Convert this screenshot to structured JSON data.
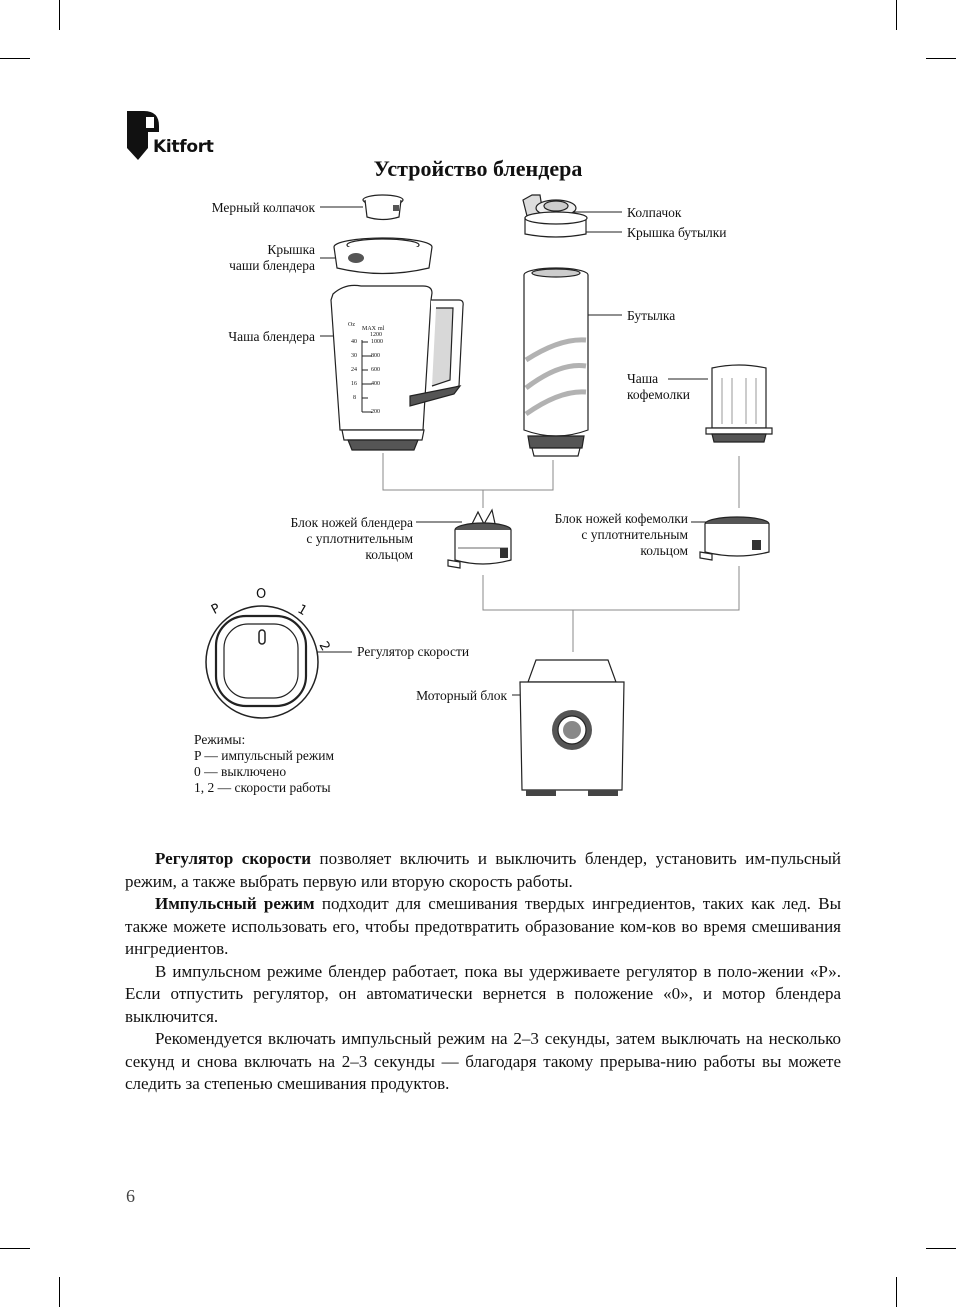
{
  "brand": {
    "name": "Kitfort"
  },
  "title": "Устройство блендера",
  "labels": {
    "measuring_cap": "Мерный колпачок",
    "lid_line1": "Крышка",
    "lid_line2": "чаши блендера",
    "jug": "Чаша блендера",
    "cap": "Колпачок",
    "bottle_lid": "Крышка бутылки",
    "bottle": "Бутылка",
    "grinder_bowl_line1": "Чаша",
    "grinder_bowl_line2": "кофемолки",
    "blender_blade_line1": "Блок ножей блендера",
    "blender_blade_line2": "с уплотнительным",
    "blender_blade_line3": "кольцом",
    "grinder_blade_line1": "Блок ножей кофемолки",
    "grinder_blade_line2": "с уплотнительным",
    "grinder_blade_line3": "кольцом",
    "speed_knob": "Регулятор скорости",
    "motor": "Моторный блок"
  },
  "knob_marks": {
    "p": "P",
    "zero": "O",
    "one": "1",
    "two": "2"
  },
  "jug_scale": {
    "header_oz": "Oz",
    "header_max": "MAX",
    "header_ml": "ml",
    "header_1200": "1200",
    "oz": [
      "40",
      "30",
      "24",
      "16",
      "8"
    ],
    "ml": [
      "1000",
      "800",
      "600",
      "400",
      "200"
    ]
  },
  "modes": {
    "heading": "Режимы:",
    "p": "P — импульсный режим",
    "zero": "0 — выключено",
    "speeds": "1, 2 — скорости работы"
  },
  "paragraphs": {
    "p1_bold": "Регулятор скорости",
    "p1_text": " позволяет включить и выключить блендер, установить им-пульсный режим, а также выбрать первую или вторую скорость работы.",
    "p2_bold": "Импульсный режим",
    "p2_text": " подходит для смешивания твердых ингредиентов, таких как лед. Вы также можете использовать его, чтобы предотвратить образование ком-ков во время смешивания ингредиентов.",
    "p3_text": "В импульсном режиме блендер работает, пока вы удерживаете регулятор в поло-жении «Р». Если отпустить регулятор, он автоматически вернется в положение «0», и мотор блендера выключится.",
    "p4_text": "Рекомендуется включать импульсный режим на 2–3 секунды, затем выключать на несколько секунд и снова включать на 2–3 секунды — благодаря такому прерыва-нию работы вы можете следить за степенью смешивания продуктов."
  },
  "page_number": "6"
}
